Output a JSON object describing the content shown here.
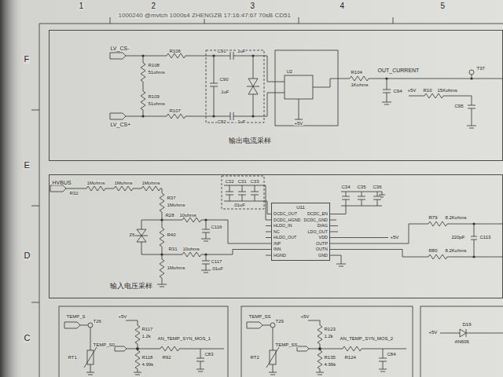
{
  "diagram": {
    "nodes": [
      {
        "text": [
          "输出电流采样"
        ]
      },
      {
        "text": [
          "输入电压采样"
        ]
      },
      {
        "text": [
          "U11",
          "DCDC_OUT",
          "DCDC_HGND",
          "HLDO_IN",
          "NC",
          "HLDO_OUT",
          "INP",
          "INN",
          "HGND",
          "DCDC_EN",
          "DCDC_GND",
          "DIAG",
          "LDO_OUT",
          "VDD",
          "OUTP",
          "OUTN",
          "GND"
        ],
        "in": 1
      }
    ],
    "labels": [
      "1",
      "2",
      "3",
      "4",
      "5",
      "1000240 @mvtch 1000s4 ZHENGZB 17:16:47:67 70sB CD51",
      "F",
      "E",
      "D",
      "C",
      "LV_CS-",
      "LV_CS+",
      "R106",
      "R107",
      "R108",
      "51ohms",
      "R109",
      "51ohms",
      "C91",
      ".1uF",
      "C92",
      ".1uF",
      "C90",
      ".1uF",
      "U2",
      "+5V",
      "OUT_CURRENT",
      "R104",
      "1Kohms",
      "C94",
      "+5V",
      "R10",
      "15Kohms",
      "T37",
      "C95",
      "HVBUS",
      "R32",
      "1Mohms",
      "1Mohms",
      "1Mohms",
      "R37",
      "1Mohms",
      "Z6",
      "R28",
      "10ohms",
      "R40",
      "R31",
      "10ohms",
      "1Mohms",
      "C116",
      "C117",
      ".01uF",
      "C32",
      "C31",
      "C33",
      ".01uF",
      "C34",
      "C35",
      "C36",
      "+5V",
      "R79",
      "8.2Kohms",
      "R80",
      "8.2Kohms",
      "220pF",
      "C113",
      "TEMP_S",
      "T26",
      "+5V",
      "R117",
      "1.2k",
      "TEMP_S0",
      "R118",
      "4.99k",
      "AN_TEMP_SYN_MOS_1",
      "R92",
      "C83",
      "RT1",
      "TEMP_SS",
      "T29",
      "+5V",
      "R123",
      "1.2k",
      "TEMP_SS",
      "R135",
      "4.99k",
      "AN_TEMP_SYN_MOS_2",
      "R124",
      "C84",
      "RT2",
      "+5V",
      "D19",
      "AN606"
    ]
  }
}
